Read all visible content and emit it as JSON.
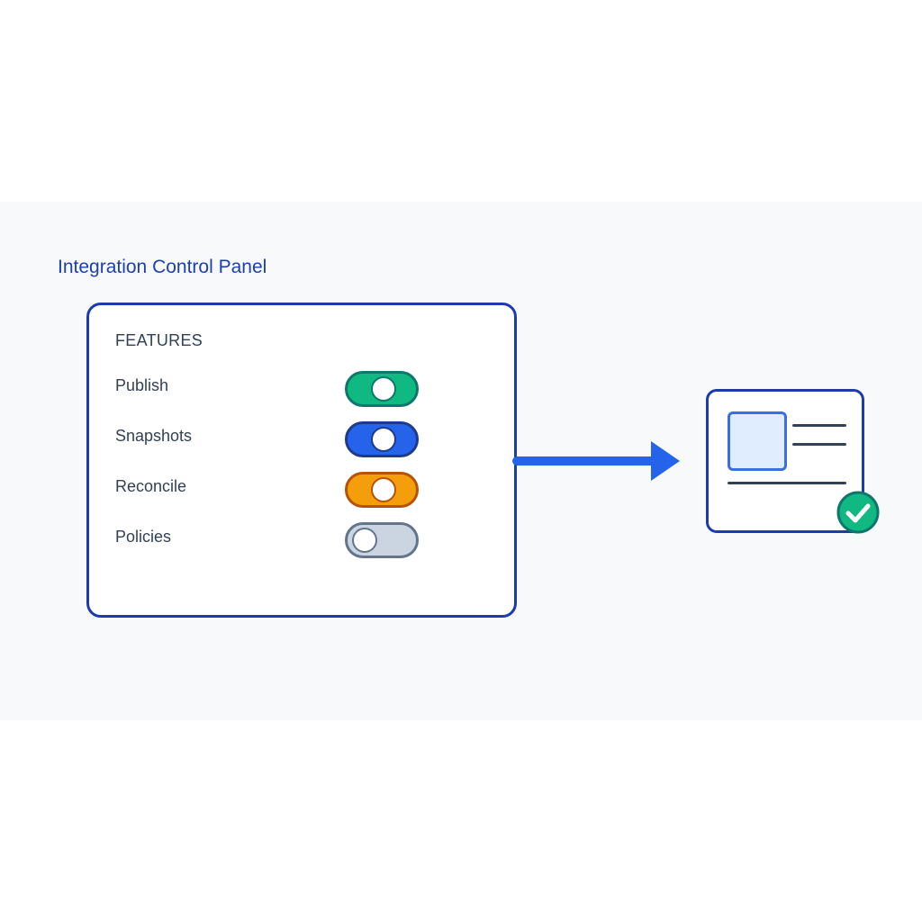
{
  "title": "Integration Control Panel",
  "panel": {
    "section_label": "FEATURES",
    "features": [
      {
        "label": "Publish",
        "state": "on",
        "track_color": "#10b981",
        "border_color": "#0f766e"
      },
      {
        "label": "Snapshots",
        "state": "on",
        "track_color": "#2563eb",
        "border_color": "#1e3a8a"
      },
      {
        "label": "Reconcile",
        "state": "on",
        "track_color": "#f59e0b",
        "border_color": "#b45309"
      },
      {
        "label": "Policies",
        "state": "off",
        "track_color": "#cbd5e1",
        "border_color": "#64748b"
      }
    ]
  },
  "colors": {
    "accent": "#1e40af",
    "arrow": "#2563eb",
    "success": "#10b981"
  },
  "icons": {
    "arrow": "arrow-right-icon",
    "document": "document-card-icon",
    "badge": "check-circle-icon"
  }
}
